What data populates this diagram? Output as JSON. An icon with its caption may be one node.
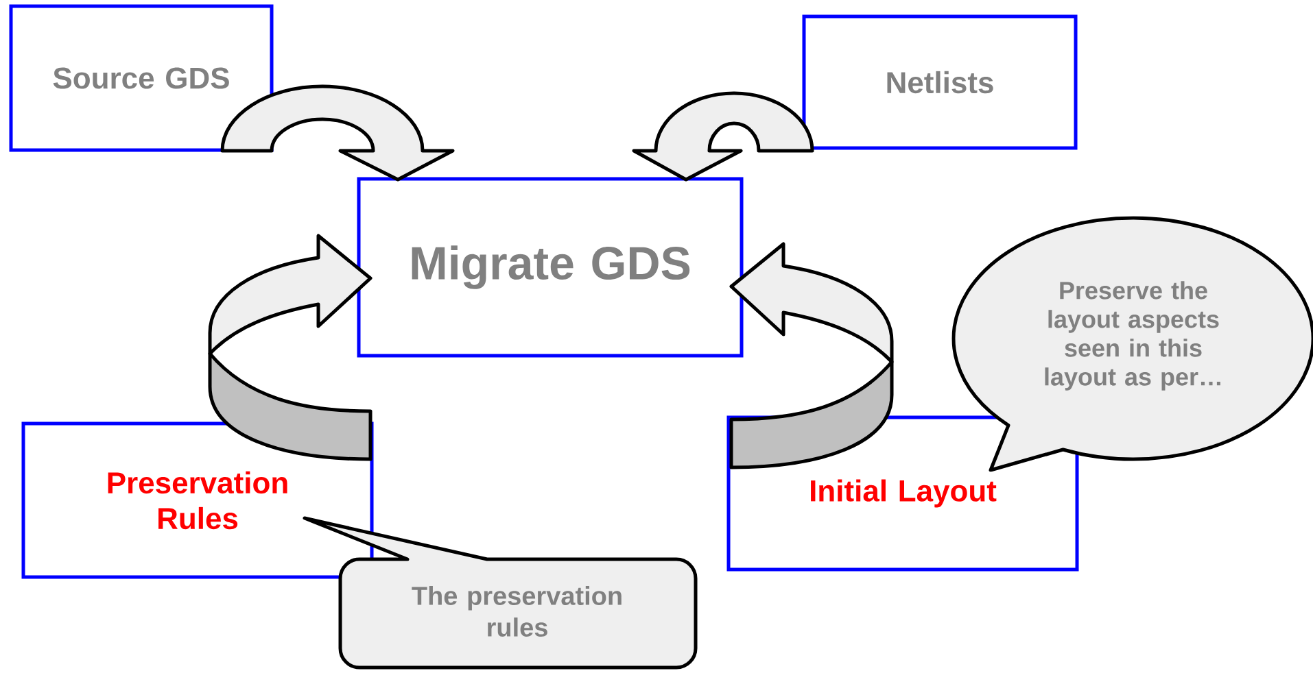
{
  "diagram": {
    "nodes": [
      {
        "text": [
          "Source GDS"
        ]
      },
      {
        "text": [
          "Netlists"
        ]
      },
      {
        "text": [
          "Migrate GDS"
        ]
      },
      {
        "text": [
          "Preservation Rules"
        ]
      },
      {
        "text": [
          "Initial Layout"
        ]
      },
      {
        "text": [
          "The preservation rules"
        ]
      },
      {
        "text": [
          "Preserve the layout aspects seen in this layout as per…"
        ]
      }
    ],
    "edges": [
      {
        "from": 0,
        "to": 2,
        "arrow": "to"
      },
      {
        "from": 1,
        "to": 2,
        "arrow": "to"
      },
      {
        "from": 3,
        "to": 2,
        "arrow": "to"
      },
      {
        "from": 4,
        "to": 2,
        "arrow": "to"
      }
    ]
  }
}
